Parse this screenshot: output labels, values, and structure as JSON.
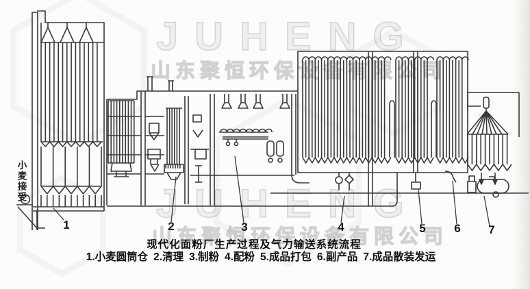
{
  "watermark": {
    "brand": "JUHENG",
    "company": "山东聚恒环保设备有限公司"
  },
  "diagram": {
    "wheat_receiving_label": "小麦接受",
    "callouts": [
      "1",
      "2",
      "3",
      "4",
      "5",
      "6",
      "7"
    ]
  },
  "caption": {
    "title": "现代化面粉厂生产过程及气力输送系统流程",
    "legend": [
      "1.小麦圆筒仓",
      "2.清理",
      "3.制粉",
      "4.配粉",
      "5.成品打包",
      "6.副产品",
      "7.成品散装发运"
    ]
  },
  "colors": {
    "line": "#383838",
    "text": "#141414",
    "watermark": "#d9d9d9",
    "background": "#fcfcfa"
  }
}
